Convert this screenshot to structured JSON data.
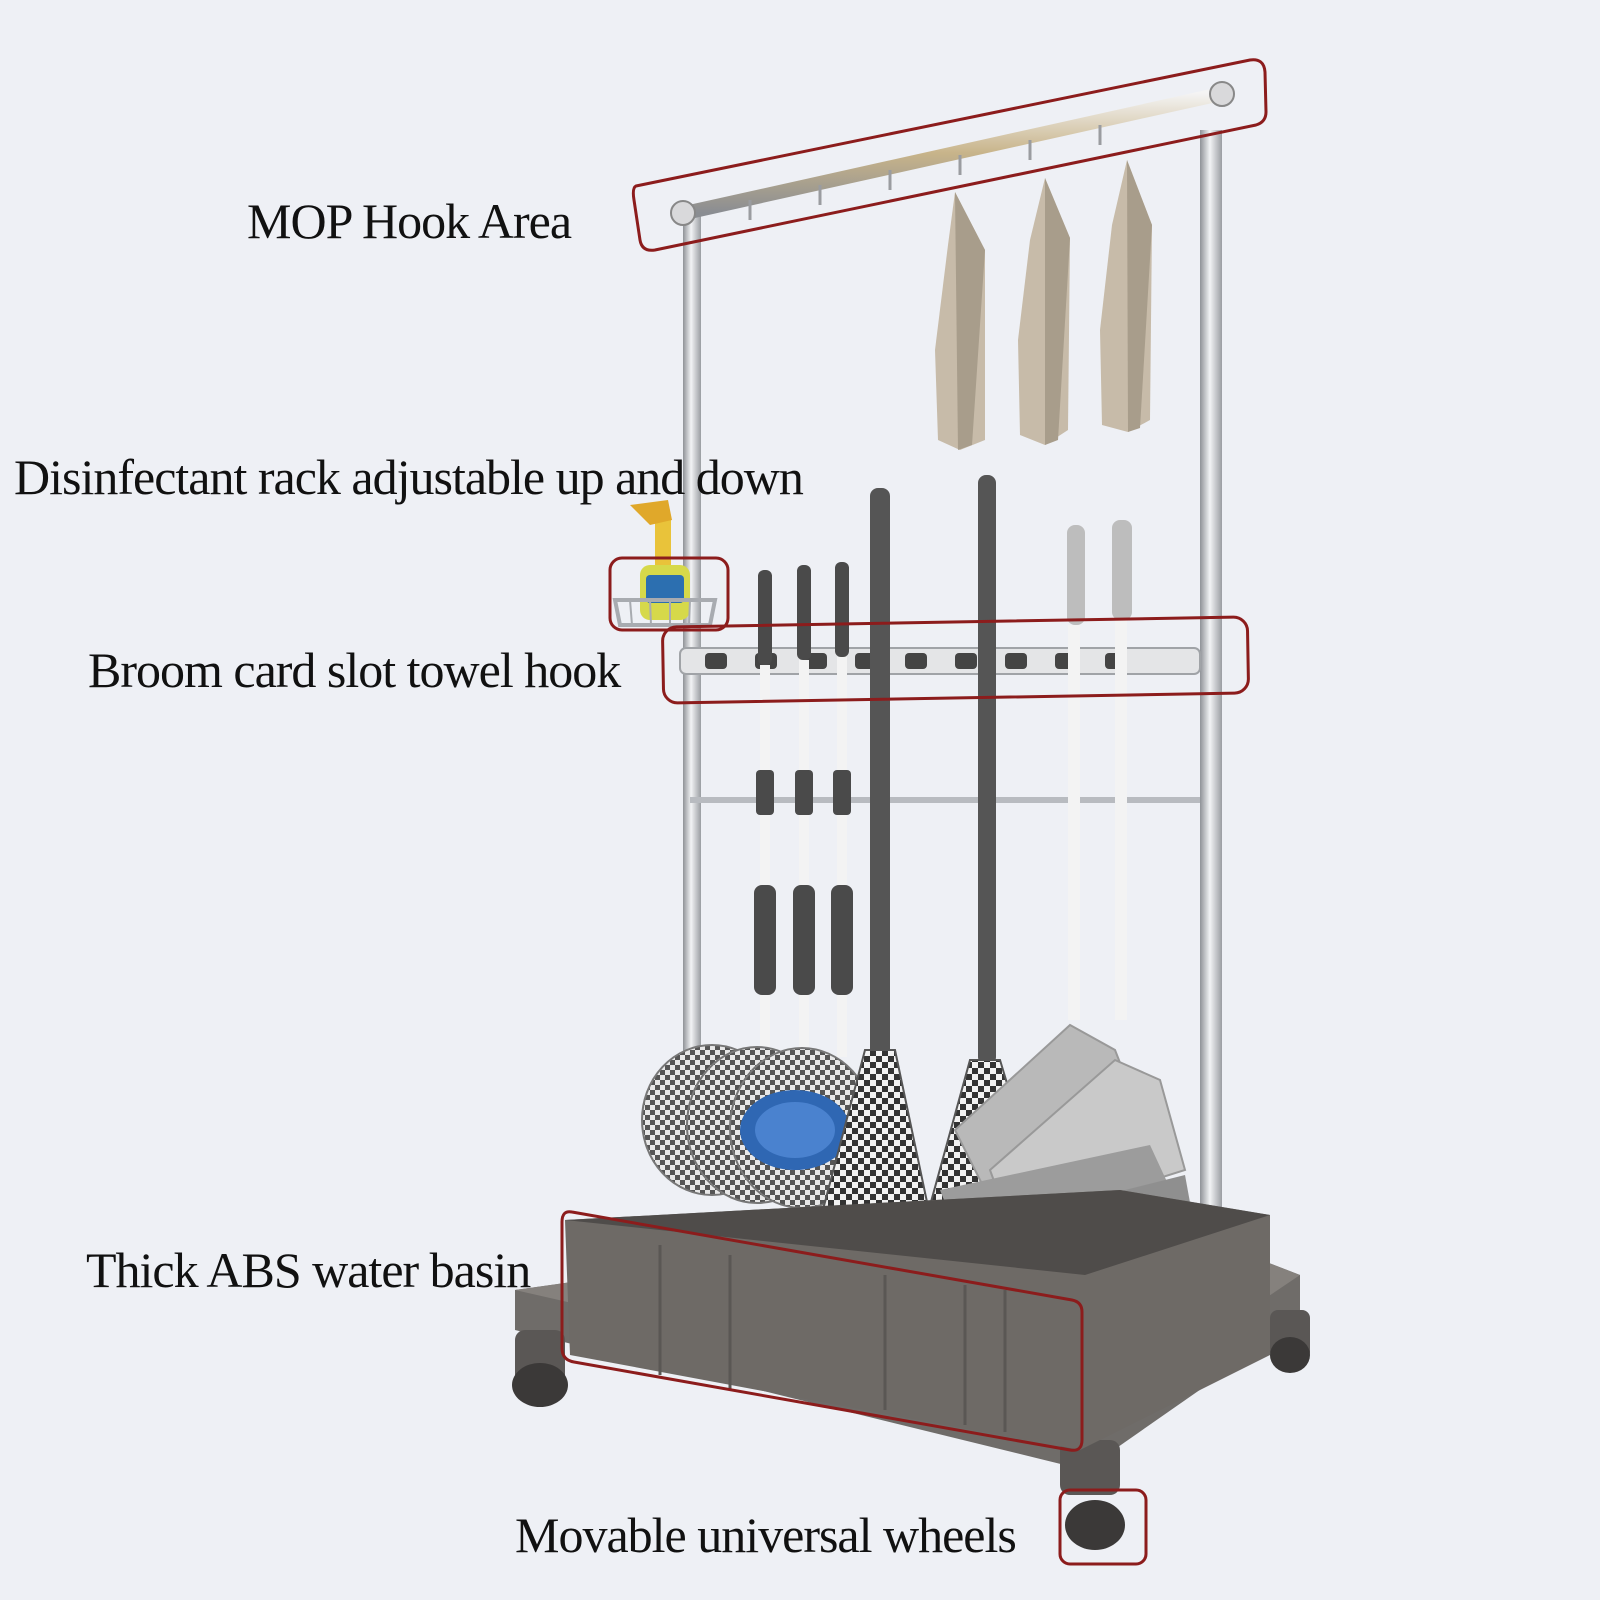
{
  "labels": {
    "hook_area": "MOP Hook Area",
    "disinfectant_rack": "Disinfectant rack adjustable up and down",
    "broom_slot": "Broom card slot towel hook",
    "water_basin": "Thick ABS water basin",
    "wheels": "Movable universal wheels"
  },
  "colors": {
    "background": "#eef0f5",
    "highlight_outline": "#8c1c1c",
    "steel": "#c9ccd1",
    "basin": "#6e6a66",
    "towel": "#c7bba9",
    "handle_dark": "#4a4a4a",
    "broom_gray": "#b9b9b9",
    "mop_blue": "#2f67b3"
  },
  "icons": [
    "hook-rail",
    "spray-bottle",
    "broom-slot-bar",
    "water-basin",
    "caster-wheel",
    "towel",
    "mop",
    "broom"
  ]
}
